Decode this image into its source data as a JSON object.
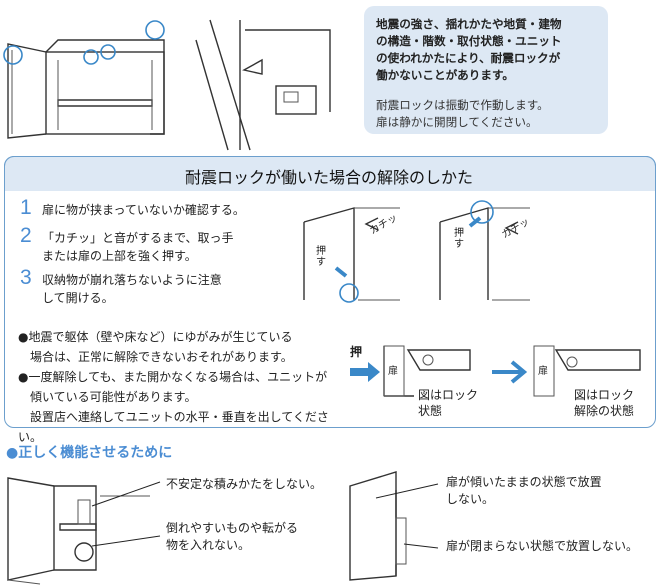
{
  "top_note": {
    "bold_lines": [
      "地震の強さ、揺れかたや地質・建物",
      "の構造・階数・取付状態・ユニット",
      "の使われかたにより、耐震ロックが",
      "働かないことがあります。"
    ],
    "regular_lines": [
      "耐震ロックは振動で作動します。",
      "扉は静かに開閉してください。"
    ]
  },
  "section": {
    "title": "耐震ロックが働いた場合の解除のしかた",
    "steps": [
      {
        "num": "1",
        "lines": [
          "扉に物が挟まっていないか確認する。"
        ]
      },
      {
        "num": "2",
        "lines": [
          "「カチッ」と音がするまで、取っ手",
          "または扉の上部を強く押す。"
        ]
      },
      {
        "num": "3",
        "lines": [
          "収納物が崩れ落ちないように注意",
          "して開ける。"
        ]
      }
    ],
    "notes": [
      [
        "●地震で躯体（壁や床など）にゆがみが生じている",
        "　場合は、正常に解除できないおそれがあります。"
      ],
      [
        "●一度解除しても、また開かなくなる場合は、ユニットが",
        "　傾いている可能性があります。",
        "　設置店へ連絡してユニットの水平・垂直を出してください。"
      ]
    ],
    "push_label": "押す",
    "kachi_label": "カチッ",
    "push_big": "押",
    "door_label": "扉",
    "diagram_locked": [
      "図はロック",
      "状態"
    ],
    "diagram_unlocked": [
      "図はロック",
      "解除の状態"
    ]
  },
  "usage": {
    "title": "●正しく機能させるために",
    "tips_left": [
      [
        "不安定な積みかたをしない。"
      ],
      [
        "倒れやすいものや転がる",
        "物を入れない。"
      ]
    ],
    "tips_right": [
      [
        "扉が傾いたままの状態で放置",
        "しない。"
      ],
      [
        "扉が閉まらない状態で放置しない。"
      ]
    ]
  },
  "colors": {
    "accent": "#4b8dd3",
    "note_bg": "#dde8f4",
    "border": "#6c9fcd",
    "push_arrow": "#3a88c8"
  }
}
